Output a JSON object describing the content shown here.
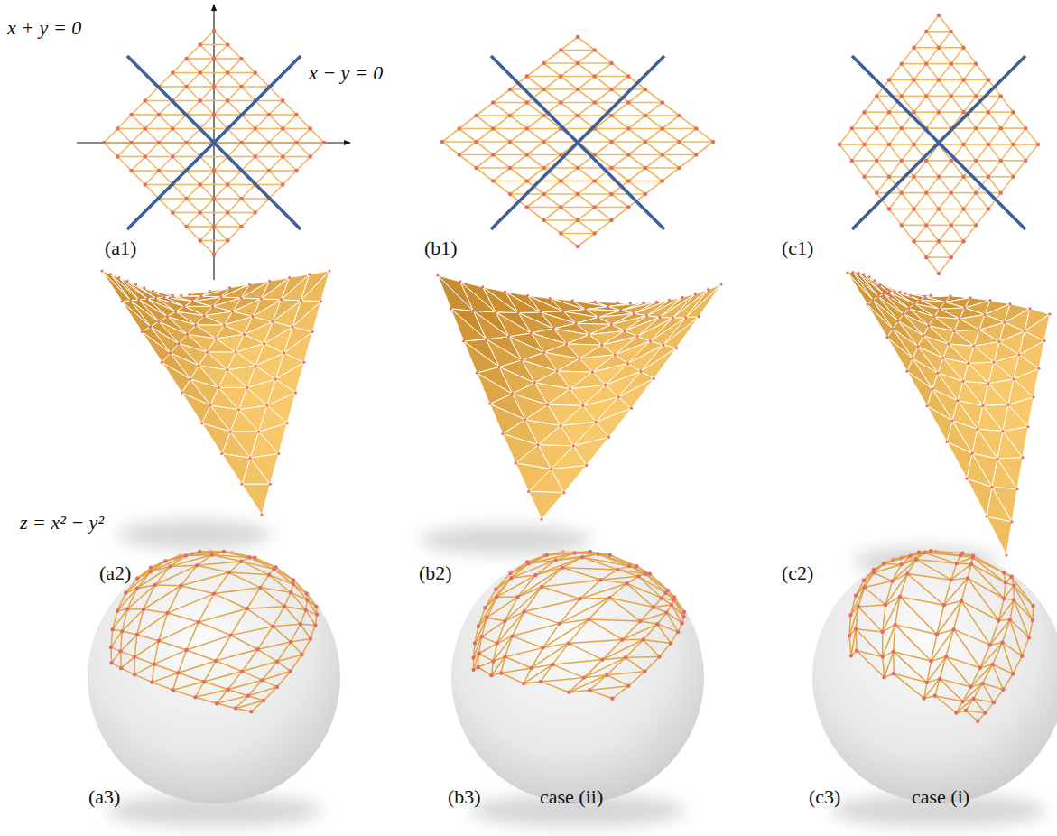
{
  "diagram": {
    "labels": [
      "x + y = 0",
      "x − y = 0",
      "(a1)",
      "(b1)",
      "(c1)",
      "z = x² − y²",
      "(a2)",
      "(b2)",
      "(c2)",
      "(a3)",
      "(b3)",
      "case (ii)",
      "(c3)",
      "case (i)"
    ]
  }
}
